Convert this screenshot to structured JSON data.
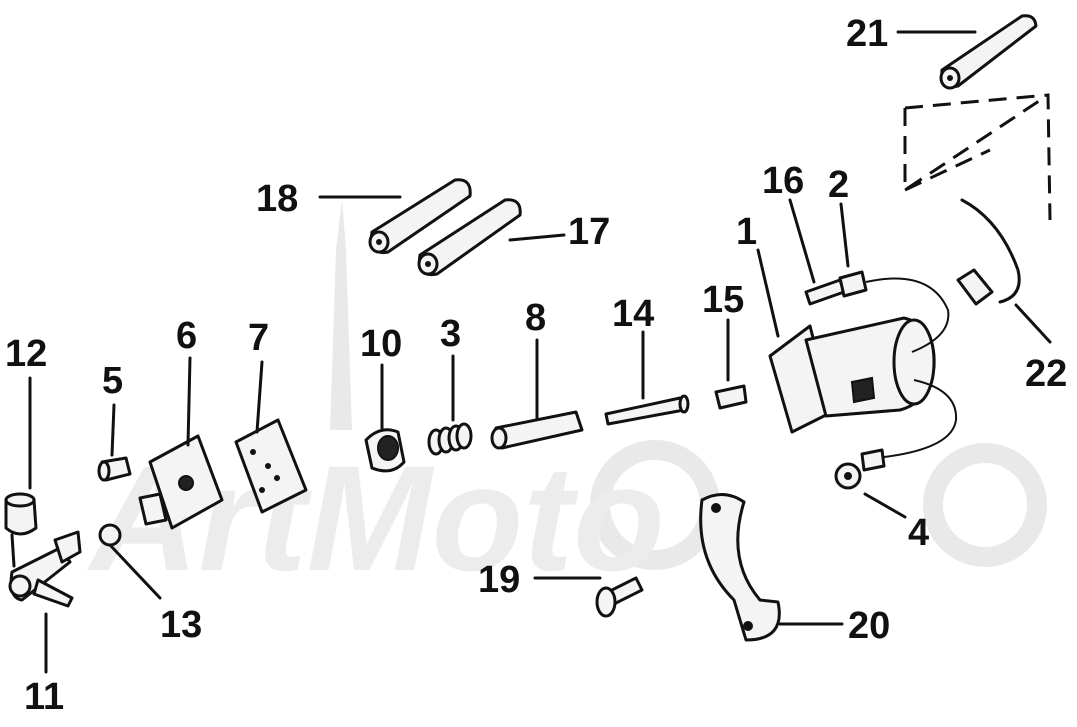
{
  "watermark": {
    "text": "ArtMoto"
  },
  "callouts": [
    {
      "id": "1",
      "text": "1"
    },
    {
      "id": "2",
      "text": "2"
    },
    {
      "id": "3",
      "text": "3"
    },
    {
      "id": "4",
      "text": "4"
    },
    {
      "id": "5",
      "text": "5"
    },
    {
      "id": "6",
      "text": "6"
    },
    {
      "id": "7",
      "text": "7"
    },
    {
      "id": "8",
      "text": "8"
    },
    {
      "id": "10",
      "text": "10"
    },
    {
      "id": "11",
      "text": "11"
    },
    {
      "id": "12",
      "text": "12"
    },
    {
      "id": "13",
      "text": "13"
    },
    {
      "id": "14",
      "text": "14"
    },
    {
      "id": "15",
      "text": "15"
    },
    {
      "id": "16",
      "text": "16"
    },
    {
      "id": "17",
      "text": "17"
    },
    {
      "id": "18",
      "text": "18"
    },
    {
      "id": "19",
      "text": "19"
    },
    {
      "id": "20",
      "text": "20"
    },
    {
      "id": "21",
      "text": "21"
    },
    {
      "id": "22",
      "text": "22"
    }
  ]
}
